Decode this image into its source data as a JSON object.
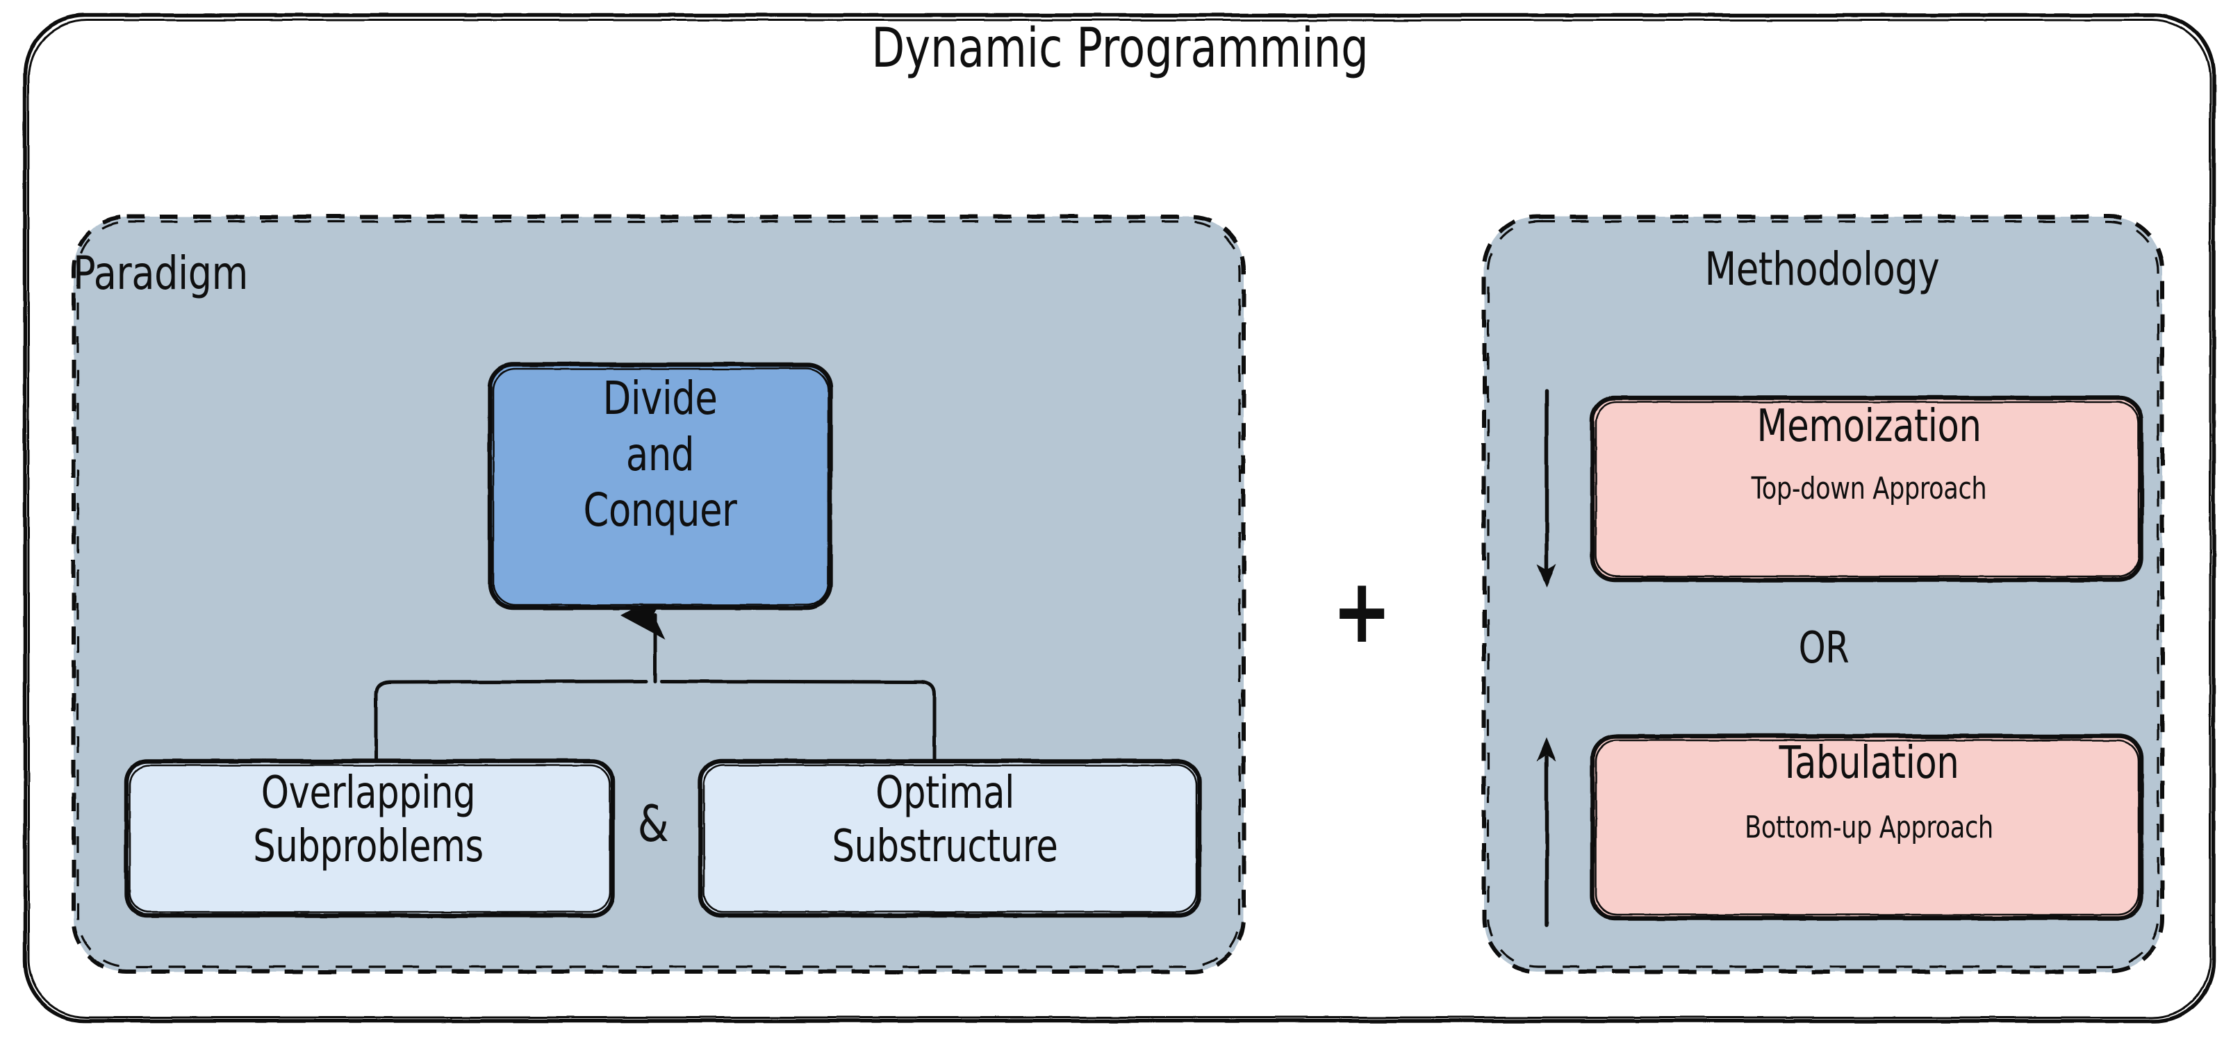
{
  "diagram": {
    "title": "Dynamic Programming",
    "outer_container_name": "dynamic-programming-container",
    "colors": {
      "group_fill": "#b6c6d3",
      "primary_box_fill": "#7eaadd",
      "secondary_box_fill": "#dce9f7",
      "method_box_fill": "#f8cfcb",
      "stroke": "#101010",
      "background": "#ffffff"
    }
  },
  "paradigm": {
    "heading": "Paradigm",
    "root_box": {
      "label": "Divide\nand\nConquer",
      "fill": "#7eaadd"
    },
    "conjunction": "&",
    "children": [
      {
        "label": "Overlapping\nSubproblems",
        "fill": "#dce9f7"
      },
      {
        "label": "Optimal\nSubstructure",
        "fill": "#dce9f7"
      }
    ]
  },
  "operator": {
    "symbol": "+"
  },
  "methodology": {
    "heading": "Methodology",
    "separator": "OR",
    "options": [
      {
        "title": "Memoization",
        "subtitle": "Top-down Approach",
        "arrow": "down-arrow",
        "fill": "#f8cfcb"
      },
      {
        "title": "Tabulation",
        "subtitle": "Bottom-up Approach",
        "arrow": "up-arrow",
        "fill": "#f8cfcb"
      }
    ]
  }
}
